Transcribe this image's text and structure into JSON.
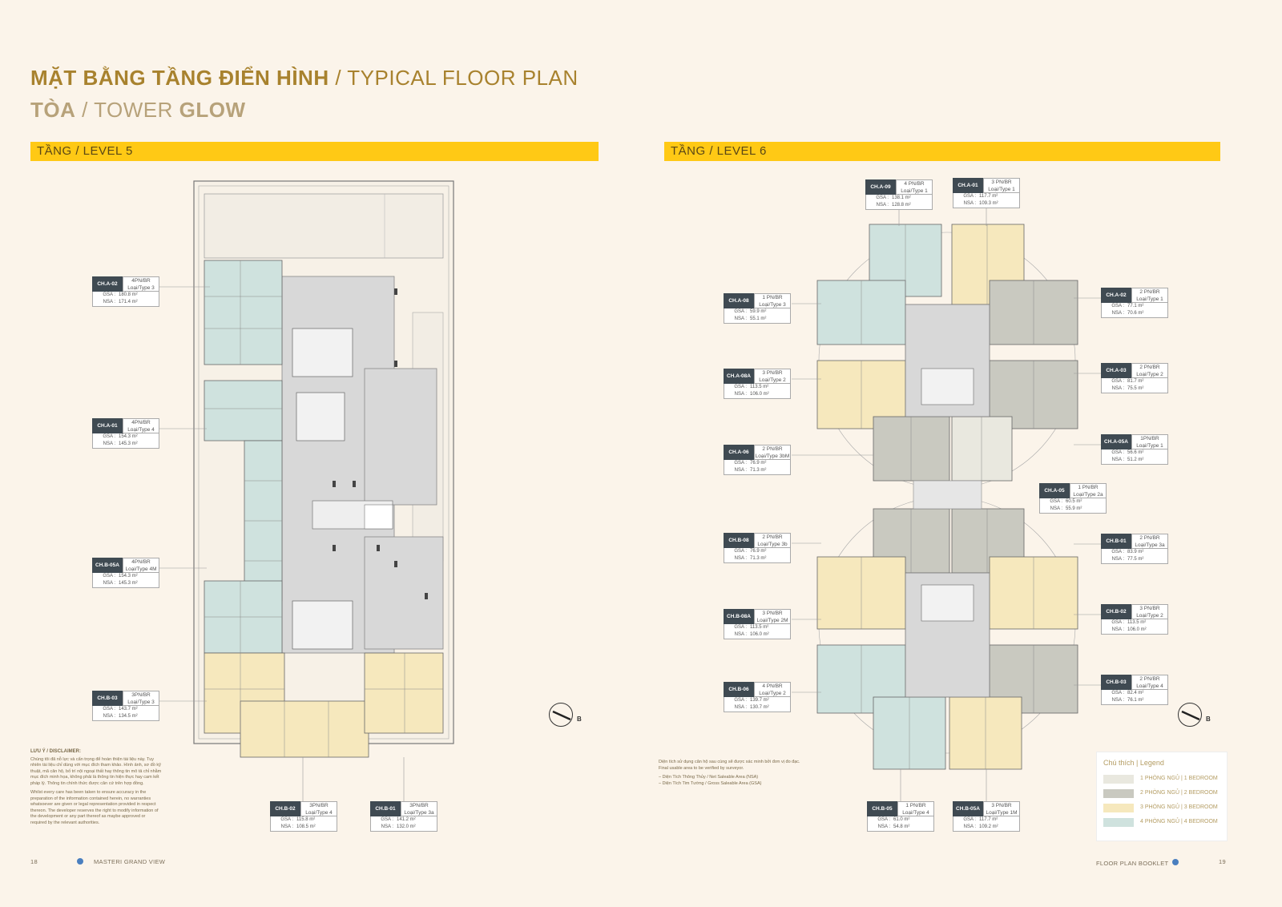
{
  "header": {
    "title_bold": "MẶT BẰNG TẦNG ĐIỂN HÌNH",
    "title_light": " / TYPICAL FLOOR PLAN",
    "tower_bold": "TÒA",
    "tower_light": " / TOWER ",
    "tower_name": "GLOW"
  },
  "levels": {
    "left": "TẦNG / LEVEL 5",
    "right": "TẦNG / LEVEL 6"
  },
  "units": [
    {
      "code": "CH.A-02",
      "br": "4PN/BR",
      "type": "Loại/Type 3",
      "gsa": "180.8 m²",
      "nsa": "171.4 m²"
    },
    {
      "code": "CH.A-01",
      "br": "4PN/BR",
      "type": "Loại/Type 4",
      "gsa": "154.3 m²",
      "nsa": "145.3 m²"
    },
    {
      "code": "CH.B-05A",
      "br": "4PN/BR",
      "type": "Loại/Type 4M",
      "gsa": "154.3 m²",
      "nsa": "145.3 m²"
    },
    {
      "code": "CH.B-03",
      "br": "3PN/BR",
      "type": "Loại/Type 3",
      "gsa": "143.7 m²",
      "nsa": "134.5 m²"
    },
    {
      "code": "CH.B-02",
      "br": "3PN/BR",
      "type": "Loại/Type 4",
      "gsa": "115.8 m²",
      "nsa": "108.5 m²"
    },
    {
      "code": "CH.B-01",
      "br": "3PN/BR",
      "type": "Loại/Type 3a",
      "gsa": "141.2 m²",
      "nsa": "132.0 m²"
    },
    {
      "code": "CH.A-09",
      "br": "4 PN/BR",
      "type": "Loại/Type 1",
      "gsa": "138.1 m²",
      "nsa": "128.8 m²"
    },
    {
      "code": "CH.A-01",
      "br": "3 PN/BR",
      "type": "Loại/Type 1",
      "gsa": "117.7 m²",
      "nsa": "109.3 m²"
    },
    {
      "code": "CH.A-08",
      "br": "1 PN/BR",
      "type": "Loại/Type 3",
      "gsa": "59.9 m²",
      "nsa": "55.1 m²"
    },
    {
      "code": "CH.A-02",
      "br": "2 PN/BR",
      "type": "Loại/Type 1",
      "gsa": "77.1 m²",
      "nsa": "70.6 m²"
    },
    {
      "code": "CH.A-08A",
      "br": "3 PN/BR",
      "type": "Loại/Type 2",
      "gsa": "113.5 m²",
      "nsa": "106.0 m²"
    },
    {
      "code": "CH.A-03",
      "br": "2 PN/BR",
      "type": "Loại/Type 2",
      "gsa": "81.7 m²",
      "nsa": "75.5 m²"
    },
    {
      "code": "CH.A-06",
      "br": "2 PN/BR",
      "type": "Loại/Type 3bM",
      "gsa": "76.9 m²",
      "nsa": "71.3 m²"
    },
    {
      "code": "CH.A-05A",
      "br": "1PN/BR",
      "type": "Loại/Type 1",
      "gsa": "56.6 m²",
      "nsa": "51.2 m²"
    },
    {
      "code": "CH.A-05",
      "br": "1 PN/BR",
      "type": "Loại/Type 2a",
      "gsa": "60.5 m²",
      "nsa": "55.9 m²"
    },
    {
      "code": "CH.B-08",
      "br": "2 PN/BR",
      "type": "Loại/Type 3b",
      "gsa": "76.9 m²",
      "nsa": "71.3 m²"
    },
    {
      "code": "CH.B-01",
      "br": "2 PN/BR",
      "type": "Loại/Type 3a",
      "gsa": "83.9 m²",
      "nsa": "77.5 m²"
    },
    {
      "code": "CH.B-08A",
      "br": "3 PN/BR",
      "type": "Loại/Type 2M",
      "gsa": "113.5 m²",
      "nsa": "106.0 m²"
    },
    {
      "code": "CH.B-02",
      "br": "3 PN/BR",
      "type": "Loại/Type 2",
      "gsa": "113.5 m²",
      "nsa": "106.0 m²"
    },
    {
      "code": "CH.B-06",
      "br": "4 PN/BR",
      "type": "Loại/Type 2",
      "gsa": "139.7 m²",
      "nsa": "130.7 m²"
    },
    {
      "code": "CH.B-03",
      "br": "2 PN/BR",
      "type": "Loại/Type 4",
      "gsa": "82.4 m²",
      "nsa": "76.1 m²"
    },
    {
      "code": "CH.B-05",
      "br": "1 PN/BR",
      "type": "Loại/Type 4",
      "gsa": "61.0 m²",
      "nsa": "54.8 m²"
    },
    {
      "code": "CH.B-05A",
      "br": "3 PN/BR",
      "type": "Loại/Type 1M",
      "gsa": "117.7 m²",
      "nsa": "109.2 m²"
    }
  ],
  "labels": {
    "gsa": "GSA :",
    "nsa": "NSA :"
  },
  "disclaimer": {
    "heading": "LƯU Ý / DISCLAIMER:",
    "vi": "Chúng tôi đã nỗ lực và cẩn trọng để hoàn thiện tài liệu này. Tuy nhiên tài liệu chỉ dùng với mục đích tham khảo. Hình ảnh, sơ đồ kỹ thuật, mã căn hộ, bố trí nội ngoại thất hay thông tin mô tả chỉ nhằm mục đích minh họa, không phải là thông tin hiện thực hay cam kết pháp lý. Thông tin chính thức được căn cứ trên hợp đồng.",
    "en": "Whilst every care has been taken to ensure accuracy in the preparation of the information contained herein, no warranties whatsoever are given or legal representation provided in respect thereon. The developer reserves the right to modify information of the development or any part thereof as maybe approved or required by the relevant authorities."
  },
  "area_note": {
    "line1": "Diện tích sử dụng căn hộ sau cùng sẽ được xác minh bởi đơn vị đo đạc.",
    "line2": "Final usable area to be verified by surveyor.",
    "nsa": "– Diện Tích Thông Thủy / Net Saleable Area (NSA)",
    "gsa": "– Diện Tích Tim Tường / Gross Saleable Area (GSA)"
  },
  "legend": {
    "heading": "Chú thích | Legend",
    "items": [
      {
        "label": "1 PHÒNG NGỦ | 1 BEDROOM",
        "color": "#e9e8df"
      },
      {
        "label": "2 PHÒNG NGỦ | 2 BEDROOM",
        "color": "#c9c9c0"
      },
      {
        "label": "3 PHÒNG NGỦ | 3 BEDROOM",
        "color": "#f6e8bd"
      },
      {
        "label": "4 PHÒNG NGỦ | 4 BEDROOM",
        "color": "#cfe2de"
      }
    ]
  },
  "compass": {
    "letter": "B"
  },
  "footer": {
    "page_left": "18",
    "brand_left": "MASTERI GRAND VIEW",
    "brand_right": "FLOOR PLAN BOOKLET",
    "page_right": "19"
  },
  "colors": {
    "accent": "#ffc915",
    "gold": "#a8822e",
    "teal": "#cfe2de",
    "yellow": "#f6e8bd",
    "grey": "#c9c9c0",
    "core": "#d6d6d6"
  }
}
